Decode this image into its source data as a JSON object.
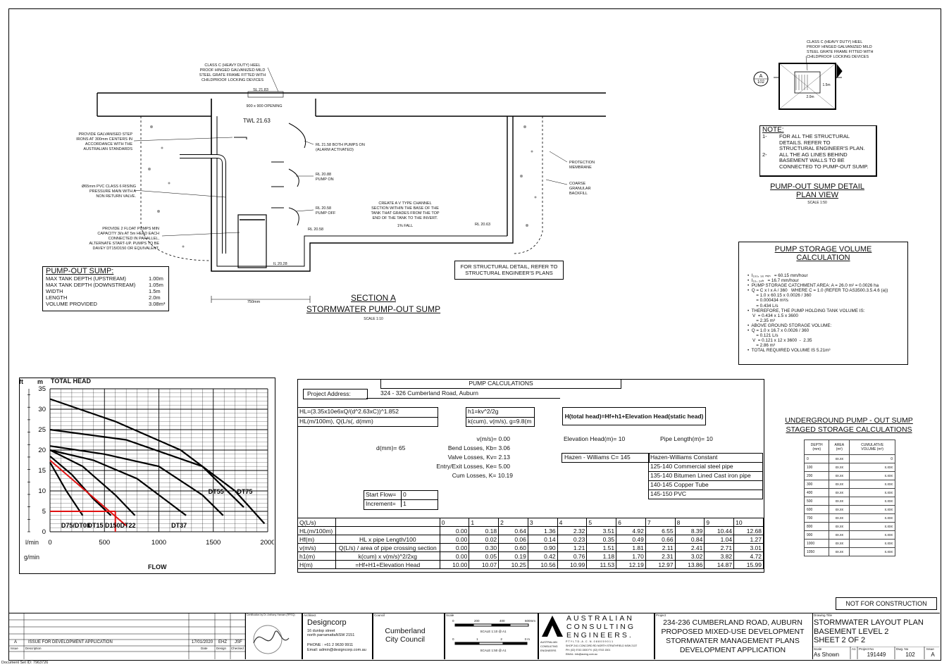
{
  "section": {
    "grate_note": "CLASS C (HEAVY DUTY) HEEL\nPROOF HINGED GALVANIZED MILD\nSTEEL GRATE FRAME FITTED WITH\nCHILDPROOF LOCKING DEVICES",
    "sl": "SL 21.83",
    "opening": "900 x 900 OPENING",
    "twl": "TWL 21.63",
    "step_irons": "PROVIDE GALVANISED STEP\nIRONS AT 300mm CENTERS IN\nACCORDANCE WITH THE\nAUSTRALIAN STANDARDS",
    "pipe_note": "Ø65mm PVC CLASS 6 RISING\nPRESSURE MAIN WITH A\nNON RETURN VALVE.",
    "pumps_note": "PROVIDE 2 FLOAT PUMPS MIN\nCAPACITY 3l/s AT 5m HEAD EACH\nCONNECTED IN PARALLEL,\nALTERNATE START-UP. PUMPS TO BE\nDAVEY DT15/D150 OR EQUIVALENT.",
    "rl_alarm": "RL 21.58 BOTH PUMPS ON\n(ALARM ACTIVATED)",
    "rl_on": "RL 20.88\nPUMP ON",
    "rl_off": "RL 20.58\nPUMP OFF",
    "rl_base": "RL 20.58",
    "rl_right": "RL 20.63",
    "il": "IL 20.28",
    "channel": "CREATE A V TYPE CHANNEL\nSECTION WITHIN THE BASE OF THE\nTANK THAT GRADES FROM THE TOP\nEND OF THE TANK TO THE INVERT.",
    "fall": "1% FALL",
    "membrane": "PROTECTION\nMEMBRANE",
    "backfill": "COARSE\nGRANULAR\nBACKFILL",
    "dim": "750mm",
    "struct": "FOR STRUCTURAL DETAIL, REFER TO\nSTRUCTURAL ENGINEER'S PLANS",
    "title1": "SECTION A",
    "title2": "STORMWATER PUMP-OUT SUMP",
    "scale": "SCALE 1:10"
  },
  "sump": {
    "title": "PUMP-OUT SUMP:",
    "rows": [
      {
        "k": "MAX TANK DEPTH (UPSTREAM)",
        "v": "1.00m"
      },
      {
        "k": "MAX TANK DEPTH (DOWNSTREAM)",
        "v": "1.05m"
      },
      {
        "k": "WIDTH",
        "v": "1.5m"
      },
      {
        "k": "LENGTH",
        "v": "2.0m"
      },
      {
        "k": "VOLUME PROVIDED",
        "v": "3.08m³"
      }
    ]
  },
  "plan": {
    "grate_note": "CLASS C (HEAVY DUTY) HEEL\nPROOF HINGED GALVANIZED MILD\nSTEEL GRATE FRAME FITTED WITH\nCHILDPROOF LOCKING DEVICES",
    "sec_letter": "A",
    "sec_sheet": "102",
    "dim_w": "2.0m",
    "dim_h": "1.5m",
    "note_title": "NOTE:",
    "notes": [
      {
        "n": "1-",
        "t": "FOR ALL THE STRUCTURAL\nDETAILS. REFER TO\nSTRUCTURAL ENGINEER'S PLAN."
      },
      {
        "n": "2-",
        "t": "ALL THE AG LINES BEHIND\nBASEMENT WALLS TO BE\nCONNECTED TO PUMP-OUT SUMP."
      }
    ],
    "title1": "PUMP-OUT SUMP DETAIL",
    "title2": "PLAN VIEW",
    "scale": "SCALE 1:50"
  },
  "storage": {
    "title1": "PUMP STORAGE VOLUME",
    "title2": "CALCULATION",
    "lines": [
      "I₁₀₀, ₉₀ ₘᵢₙ   = 60.15 mm/hour",
      "I₁₀, ₂₄ₕ   = 16.7 mm/hour",
      "PUMP STORAGE CATCHMENT AREA: A = 26.0 m² = 0.0026 ha",
      "Q = C x I x A / 360   WHERE C = 1.0 (REFER TO AS3500.3.5.4.6 (a))",
      "   = 1.0 x 60.15 x 0.0026 / 360",
      "   = 0.000434 m³/s",
      "   = 0.434 L/s",
      "THEREFORE, THE PUMP HOLDING TANK VOLUME IS:",
      "V  = 0.434 x 1.5 x 3600",
      "   = 2.35 m³",
      "ABOVE GROUND STORAGE VOLUME:",
      "Q = 1.0 x 16.7 x 0.0026 / 360",
      "   = 0.121 L/s",
      "V  = 0.121 x 12 x 3600  -  2.35",
      "   = 2.86 m³",
      "TOTAL REQUIRED VOLUME IS 5.21m³"
    ]
  },
  "chart_data": {
    "type": "line",
    "title": "TOTAL HEAD",
    "xlabel": "FLOW",
    "ylabel": "m",
    "y2label": "ft",
    "x_unit": "l/min",
    "x_unit2": "g/min",
    "xlim": [
      0,
      2000
    ],
    "ylim": [
      0,
      35
    ],
    "x_ticks": [
      "0",
      "500",
      "1000",
      "1500",
      "2000"
    ],
    "y_ticks": [
      "0",
      "5",
      "10",
      "15",
      "20",
      "25",
      "30",
      "35"
    ],
    "series": [
      {
        "name": "D75/DT08",
        "x": [
          0,
          150,
          300
        ],
        "y": [
          17,
          10,
          4
        ]
      },
      {
        "name": "DT15 D150",
        "x": [
          0,
          200,
          400,
          560
        ],
        "y": [
          18.5,
          14,
          8,
          4
        ]
      },
      {
        "name": "DT22",
        "x": [
          0,
          300,
          600,
          780
        ],
        "y": [
          20,
          16,
          9,
          4
        ]
      },
      {
        "name": "DT37",
        "x": [
          0,
          400,
          800,
          1100,
          1250
        ],
        "y": [
          20,
          17.5,
          13,
          7,
          4
        ]
      },
      {
        "name": "DT55",
        "x": [
          0,
          500,
          1000,
          1400,
          1590
        ],
        "y": [
          21,
          19,
          16,
          9,
          4
        ]
      },
      {
        "name": "DT75",
        "x": [
          0,
          600,
          1200,
          1700,
          1970
        ],
        "y": [
          32.5,
          27,
          20,
          10,
          2
        ]
      },
      {
        "name": "",
        "x": [
          0,
          700,
          1400,
          1780
        ],
        "y": [
          25,
          22.5,
          16,
          6
        ]
      }
    ],
    "operating_point": {
      "x": 600,
      "y": 5
    }
  },
  "calc": {
    "title": "PUMP CALCULATIONS",
    "address_label": "Project Address:",
    "address": "324 - 326 Cumberland Road, Auburn",
    "hl_formula": "HL=(3.35x10e6xQ/(d^2.63xC))^1.852",
    "hl_units": "HL(m/100m), Q(L/s(, d(mm)",
    "h1_formula": "h1=kv^2/2g",
    "h1_units": "k(cum), v(m/s), g=9.8(m",
    "head_formula": "H(total head)=Hf+h1+Elevation Head(static head)",
    "d": "d(mm)=  65",
    "v": "v(m/s)=  0.00",
    "kb": "Bend Losses, Kb=  3.06",
    "kv": "Valve Losses, Kv=  2.13",
    "ke": "Entry/Exit Losses, Ke=  5.00",
    "k": "Cum Losses, K=  10.19",
    "elev": "Elevation Head(m)=  10",
    "pipe_len": "Pipe Length(m)=  10",
    "hw_c": "Hazen - Williams C=  145",
    "hw_title": "Hazen-Williams Constant",
    "hw_rows": [
      "125-140  Commercial steel pipe",
      "135-140  Bitumen Lined Cast iron pipe",
      "140-145  Copper Tube",
      "145-150  PVC"
    ],
    "start_label": "Start Flow=",
    "start_val": "0",
    "inc_label": "Increment=",
    "inc_val": "1",
    "table": [
      {
        "k": "Q(L/s)",
        "d": "",
        "v": [
          "0",
          "1",
          "2",
          "3",
          "4",
          "5",
          "6",
          "7",
          "8",
          "9",
          "10"
        ]
      },
      {
        "k": "HL(m/100m)",
        "d": "",
        "v": [
          "0.00",
          "0.18",
          "0.64",
          "1.36",
          "2.32",
          "3.51",
          "4.92",
          "6.55",
          "8.39",
          "10.44",
          "12.68"
        ]
      },
      {
        "k": "Hf(m)",
        "d": "HL x pipe Length/100",
        "v": [
          "0.00",
          "0.02",
          "0.06",
          "0.14",
          "0.23",
          "0.35",
          "0.49",
          "0.66",
          "0.84",
          "1.04",
          "1.27"
        ]
      },
      {
        "k": "v(m/s)",
        "d": "Q(L/s) / area of pipe crossing section",
        "v": [
          "0.00",
          "0.30",
          "0.60",
          "0.90",
          "1.21",
          "1.51",
          "1.81",
          "2.11",
          "2.41",
          "2.71",
          "3.01"
        ]
      },
      {
        "k": "h1(m)",
        "d": "k(cum) x v(m/s)^2/2xg",
        "v": [
          "0.00",
          "0.05",
          "0.19",
          "0.42",
          "0.76",
          "1.18",
          "1.70",
          "2.31",
          "3.02",
          "3.82",
          "4.72"
        ]
      },
      {
        "k": "H(m)",
        "d": "=Hf+H1+Elevation Head",
        "v": [
          "10.00",
          "10.07",
          "10.25",
          "10.56",
          "10.99",
          "11.53",
          "12.19",
          "12.97",
          "13.86",
          "14.87",
          "15.99"
        ]
      }
    ]
  },
  "staged": {
    "title1": "UNDERGROUND PUMP - OUT SUMP",
    "title2": "STAGED STORAGE CALCULATIONS",
    "headers": [
      "DEPTH\n(mm)",
      "AREA\n(m²)",
      "CUMULATIVE\nVOLUME (m³)"
    ],
    "rows": [
      [
        "0",
        "xx.xx",
        "0"
      ],
      [
        "100",
        "xx.xx",
        "x.xxx"
      ],
      [
        "200",
        "xx.xx",
        "x.xxx"
      ],
      [
        "300",
        "xx.xx",
        "x.xxx"
      ],
      [
        "400",
        "xx.xx",
        "x.xxx"
      ],
      [
        "500",
        "xx.xx",
        "x.xxx"
      ],
      [
        "600",
        "xx.xx",
        "x.xxx"
      ],
      [
        "700",
        "xx.xx",
        "x.xxx"
      ],
      [
        "800",
        "xx.xx",
        "x.xxx"
      ],
      [
        "900",
        "xx.xx",
        "x.xxx"
      ],
      [
        "1000",
        "xx.xx",
        "x.xxx"
      ],
      [
        "1050",
        "xx.xx",
        "x.xxx"
      ]
    ]
  },
  "titleblock": {
    "not_construction": "NOT FOR CONSTRUCTION",
    "issue": "A",
    "issue_desc": "ISSUE FOR DEVELOPMENT APPLICATION",
    "issue_date": "17/01/2020",
    "issue_design": "EHZ",
    "issue_check": "JSF",
    "col_issue": "Issue",
    "col_desc": "Description",
    "col_date": "Date",
    "col_design": "Design",
    "col_check": "Checked",
    "cert_label": "Certification by Dr. Anthony Hamam (RPEQ)",
    "architect_label": "Architect",
    "architect": "Designcorp",
    "arch_addr": "16 dunlop street\nnorth parramattaNSW 2151",
    "arch_phone": "PHONE : +61 2 9630 9911",
    "arch_email": "Email: admin@designcorp.com.au",
    "council_label": "Council",
    "council": "Cumberland\nCity Council",
    "scale_label": "Scale",
    "scale_a": "SCALE 1:10 @ A1",
    "scale_b": "SCALE 1:50 @ A1",
    "scale_ticks_a": [
      "0",
      "200",
      "400",
      "600mm"
    ],
    "scale_ticks_b": [
      "0",
      "1",
      "2",
      "3 m"
    ],
    "firm": "AUSTRALIAN\nCONSULTING\nENGINEERS.",
    "firm_small": "AUSTRALIAN\nCONSULTING\nENGINEERS",
    "firm_abn": "P T Y   L T D  -  A . C . N .   0 8 8   0 5 9   0 1 1",
    "firm_addr": "SHOP 2/41 CONCORD RD NORTH STRATHFIELD NSW 2137",
    "firm_ph": "PH: (02) 9743 1500   FX: (02) 9743 1501",
    "firm_email": "EMAIL: info@aceng.com.au",
    "project_label": "Project",
    "project": "234-236 CUMBERLAND ROAD, AUBURN\nPROPOSED MIXED-USE DEVELOPMENT\nSTORMWATER MANAGEMENT PLANS\nDEVELOPMENT APPLICATION",
    "drawing_label": "Drawing Title",
    "drawing": "STORMWATER LAYOUT PLAN\nBASEMENT LEVEL 2\nSHEET 2 OF 2",
    "scale_hdr": "Scale",
    "scale_val": "As Shown",
    "size_hdr": "A1",
    "proj_hdr": "Project No",
    "proj_no": "191449",
    "dwg_hdr": "Dwg. No",
    "dwg_no": "102",
    "issue_hdr": "Issue",
    "issue_val": "A",
    "doc_set": "Document Set ID: 7963726"
  }
}
